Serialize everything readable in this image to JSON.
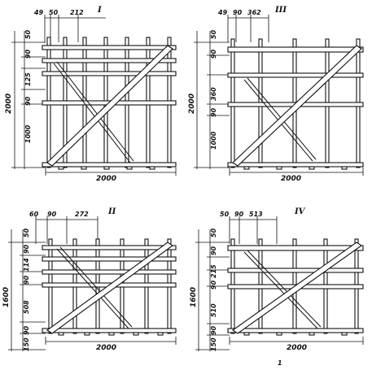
{
  "panels": [
    {
      "roman": "I",
      "width_label": "2000",
      "height_label": "2000",
      "top_dims": [
        "49",
        "50",
        "212"
      ],
      "side_dims": [
        "50",
        "90",
        "125",
        "90",
        "1000"
      ]
    },
    {
      "roman": "III",
      "width_label": "2000",
      "height_label": "2000",
      "top_dims": [
        "49",
        "90",
        "362"
      ],
      "side_dims": [
        "50",
        "90",
        "360",
        "90",
        "1000"
      ]
    },
    {
      "roman": "II",
      "width_label": "2000",
      "height_label": "1600",
      "top_dims": [
        "60",
        "90",
        "272"
      ],
      "side_dims": [
        "50",
        "90",
        "114",
        "90",
        "508",
        "90",
        "150"
      ]
    },
    {
      "roman": "IV",
      "width_label": "2000",
      "height_label": "1600",
      "top_dims": [
        "50",
        "90",
        "513"
      ],
      "side_dims": [
        "50",
        "90",
        "215",
        "90",
        "510",
        "90",
        "150"
      ]
    }
  ],
  "footer_mark": "1"
}
